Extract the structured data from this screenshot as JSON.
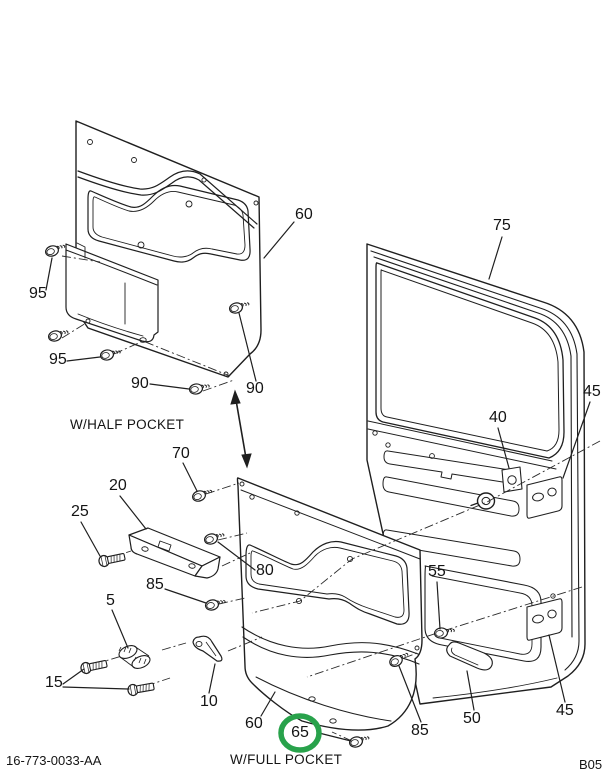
{
  "page": {
    "footer": {
      "doc_number": "16-773-0033-AA",
      "page_code": "B05"
    }
  },
  "diagram": {
    "highlight_color": "#28a24b",
    "line_color": "#1f1f1f",
    "variant_labels": [
      {
        "text": "W/HALF POCKET"
      },
      {
        "text": "W/FULL POCKET"
      }
    ],
    "callouts": [
      {
        "label": "95"
      },
      {
        "label": "95"
      },
      {
        "label": "90"
      },
      {
        "label": "90"
      },
      {
        "label": "60"
      },
      {
        "label": "75"
      },
      {
        "label": "40"
      },
      {
        "label": "45"
      },
      {
        "label": "45"
      },
      {
        "label": "70"
      },
      {
        "label": "20"
      },
      {
        "label": "25"
      },
      {
        "label": "80"
      },
      {
        "label": "85"
      },
      {
        "label": "5"
      },
      {
        "label": "15"
      },
      {
        "label": "10"
      },
      {
        "label": "55"
      },
      {
        "label": "50"
      },
      {
        "label": "60"
      },
      {
        "label": "65",
        "highlighted": true
      },
      {
        "label": "85"
      }
    ]
  }
}
